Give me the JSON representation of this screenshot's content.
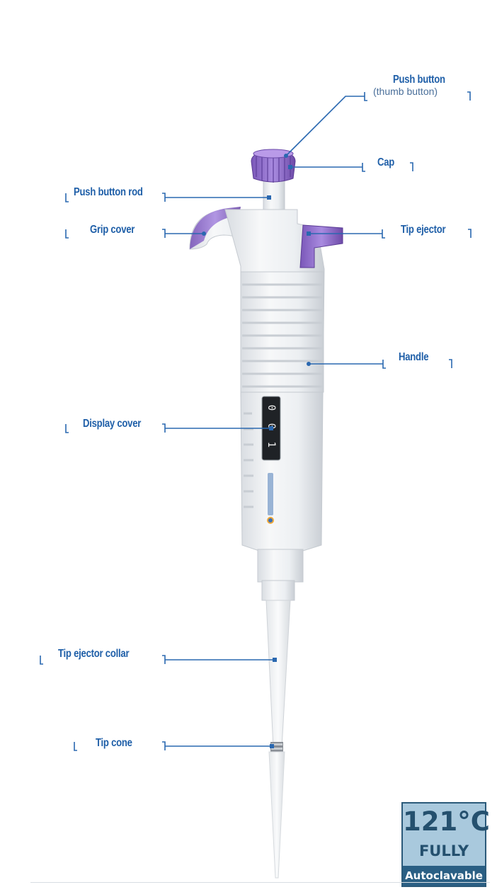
{
  "labels": {
    "push_button": "Push button",
    "push_button_sub": "(thumb button)",
    "cap": "Cap",
    "push_button_rod": "Push button rod",
    "grip_cover": "Grip cover",
    "tip_ejector": "Tip ejector",
    "handle": "Handle",
    "display_cover": "Display cover",
    "tip_ejector_collar": "Tip ejector collar",
    "tip_cone": "Tip cone"
  },
  "display_digits": [
    "0",
    "0",
    "1"
  ],
  "badge": {
    "temperature": "121°C",
    "line1": "FULLY",
    "line2": "Autoclavable"
  },
  "colors": {
    "label_text": "#1f5fa8",
    "leader_line": "#2a68b0",
    "purple_accent": "#8b6cc8",
    "badge_bg": "#a9c9dd",
    "badge_dark": "#2a5f84"
  }
}
